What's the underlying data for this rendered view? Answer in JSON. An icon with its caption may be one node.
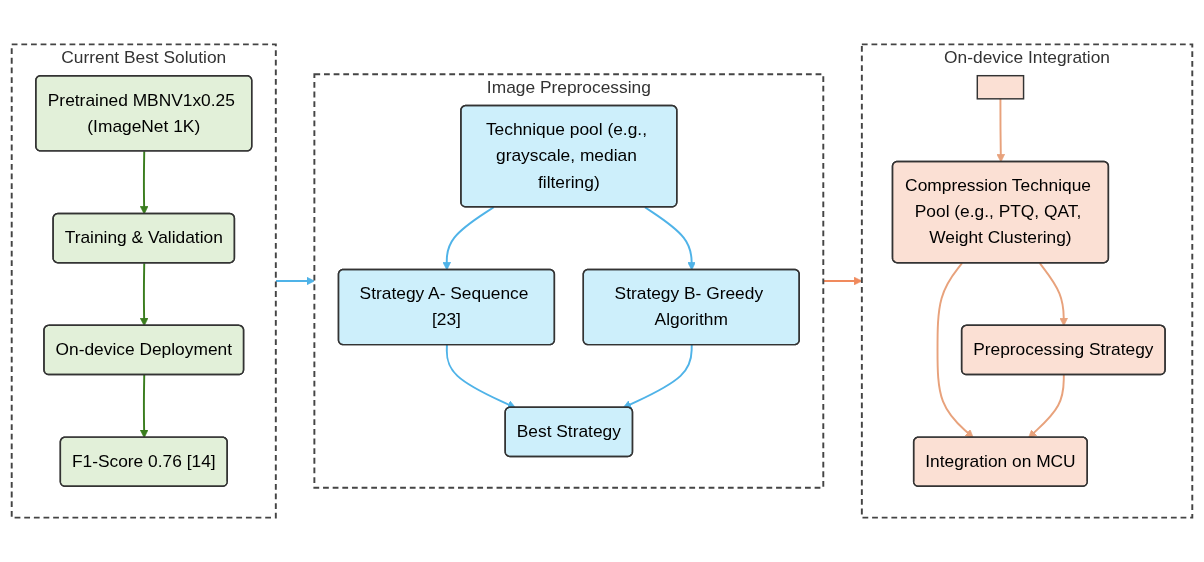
{
  "diagram": {
    "nodes": [
      {
        "text": [
          "Current Best Solution"
        ]
      },
      {
        "text": [
          "Pretrained MBNV1x0.25 (ImageNet 1K)"
        ],
        "in": 0
      },
      {
        "text": [
          "Training & Validation"
        ],
        "in": 0
      },
      {
        "text": [
          "On-device Deployment"
        ],
        "in": 0
      },
      {
        "text": [
          "F1-Score 0.76 [14]"
        ],
        "in": 0
      },
      {
        "text": [
          "Image Preprocessing"
        ]
      },
      {
        "text": [
          "Technique pool (e.g., grayscale, median filtering)"
        ],
        "in": 5
      },
      {
        "text": [
          "Strategy A- Sequence [23]"
        ],
        "in": 5
      },
      {
        "text": [
          "Strategy B- Greedy Algorithm"
        ],
        "in": 5
      },
      {
        "text": [
          "Best Strategy"
        ],
        "in": 5
      },
      {
        "text": [
          "On-device Integration"
        ]
      },
      {
        "text": [],
        "shape": "box",
        "in": 10
      },
      {
        "text": [
          "Compression Technique Pool (e.g., PTQ, QAT, Weight Clustering)"
        ],
        "in": 10
      },
      {
        "text": [
          "Preprocessing Strategy"
        ],
        "in": 10
      },
      {
        "text": [
          "Integration on MCU"
        ],
        "in": 10
      }
    ],
    "edges": [
      {
        "from": 1,
        "to": 2,
        "arrow": "to",
        "color": "#3a7d1e"
      },
      {
        "from": 2,
        "to": 3,
        "arrow": "to",
        "color": "#3a7d1e"
      },
      {
        "from": 3,
        "to": 4,
        "arrow": "to",
        "color": "#3a7d1e"
      },
      {
        "from": 0,
        "to": 5,
        "arrow": "to",
        "color": "#4fb3e8"
      },
      {
        "from": 6,
        "to": 7,
        "arrow": "to",
        "color": "#4fb3e8"
      },
      {
        "from": 6,
        "to": 8,
        "arrow": "to",
        "color": "#4fb3e8"
      },
      {
        "from": 7,
        "to": 9,
        "arrow": "to",
        "color": "#4fb3e8"
      },
      {
        "from": 8,
        "to": 9,
        "arrow": "to",
        "color": "#4fb3e8"
      },
      {
        "from": 5,
        "to": 10,
        "arrow": "to",
        "color": "#f08a5d"
      },
      {
        "from": 11,
        "to": 12,
        "arrow": "to",
        "color": "#e8a27c"
      },
      {
        "from": 12,
        "to": 13,
        "arrow": "to",
        "color": "#e8a27c"
      },
      {
        "from": 12,
        "to": 14,
        "arrow": "to",
        "color": "#e8a27c"
      },
      {
        "from": 13,
        "to": 14,
        "arrow": "to",
        "color": "#e8a27c"
      }
    ]
  }
}
